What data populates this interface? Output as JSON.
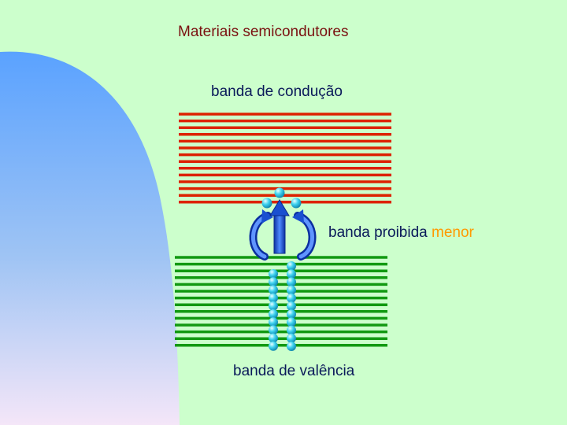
{
  "title": "Materiais semicondutores",
  "labels": {
    "conduction_band": "banda de condução",
    "forbidden_band": "banda proibida",
    "forbidden_band_qualifier": "menor",
    "valence_band": "banda de valência"
  },
  "colors": {
    "background": "#ccffcc",
    "conduction_lines": "#dd2200",
    "valence_lines": "#119911",
    "electron": "#22c8ee",
    "arrow": "#1a4fd0",
    "title": "#7a1010",
    "label_text": "#0a1a5a",
    "qualifier": "#ff9900"
  },
  "icons": {
    "excitation_arrow": "up-arrow-icon",
    "left_curved_arrow": "curved-arrow-left-icon",
    "right_curved_arrow": "curved-arrow-right-icon",
    "electron": "electron-sphere-icon"
  }
}
